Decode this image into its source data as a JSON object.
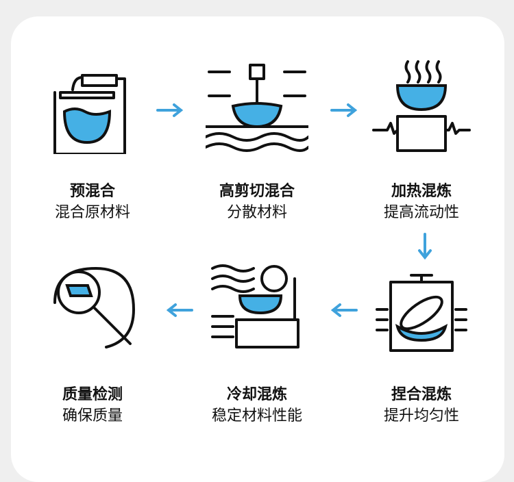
{
  "steps": [
    {
      "title": "预混合",
      "subtitle": "混合原材料",
      "icon": "mixing-bowl-icon"
    },
    {
      "title": "高剪切混合",
      "subtitle": "分散材料",
      "icon": "high-shear-mixer-icon"
    },
    {
      "title": "加热混炼",
      "subtitle": "提高流动性",
      "icon": "heated-mixer-icon"
    },
    {
      "title": "捏合混炼",
      "subtitle": "提升均匀性",
      "icon": "kneader-icon"
    },
    {
      "title": "冷却混炼",
      "subtitle": "稳定材料性能",
      "icon": "cooling-mixer-icon"
    },
    {
      "title": "质量检测",
      "subtitle": "确保质量",
      "icon": "magnifier-inspection-icon"
    }
  ],
  "colors": {
    "accent": "#45b0e5",
    "arrow": "#3fa2dc"
  }
}
